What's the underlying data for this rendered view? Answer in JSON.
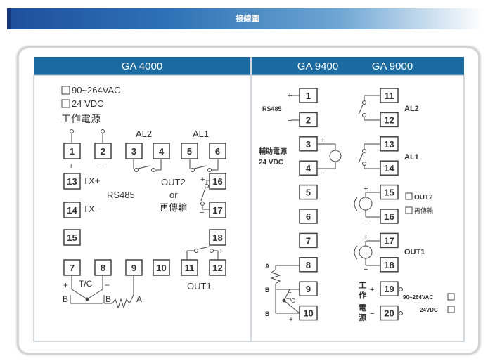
{
  "header": {
    "title": "接線圖"
  },
  "left": {
    "title": "GA 4000",
    "power_options": [
      "90~264VAC",
      "24 VDC"
    ],
    "power_label": "工作電源",
    "al2": "AL2",
    "al1": "AL1",
    "plus": "+",
    "minus": "−",
    "tx_plus": "TX+",
    "tx_minus": "TX−",
    "rs485": "RS485",
    "out2": "OUT2",
    "or": "or",
    "retrans": "再傳輸",
    "tc": "T/C",
    "b": "B",
    "a": "A",
    "out1": "OUT1",
    "terminals": [
      "1",
      "2",
      "3",
      "4",
      "5",
      "6",
      "13",
      "16",
      "14",
      "17",
      "15",
      "18",
      "7",
      "8",
      "9",
      "10",
      "11",
      "12"
    ]
  },
  "right": {
    "title_a": "GA 9400",
    "title_b": "GA 9000",
    "rs485": "RS485",
    "aux_power": "輔助電源",
    "aux_voltage": "24 VDC",
    "al2": "AL2",
    "al1": "AL1",
    "out2": "OUT2",
    "retrans": "再傳輸",
    "out1": "OUT1",
    "a": "A",
    "b": "B",
    "tc": "T/C",
    "power_chars": [
      "工",
      "作",
      "電",
      "源"
    ],
    "power_options": [
      "90~264VAC",
      "24VDC"
    ],
    "plus": "+",
    "minus": "−",
    "terminals": [
      "1",
      "2",
      "3",
      "4",
      "5",
      "6",
      "7",
      "8",
      "9",
      "10",
      "11",
      "12",
      "13",
      "14",
      "15",
      "16",
      "17",
      "18",
      "19",
      "20"
    ]
  }
}
